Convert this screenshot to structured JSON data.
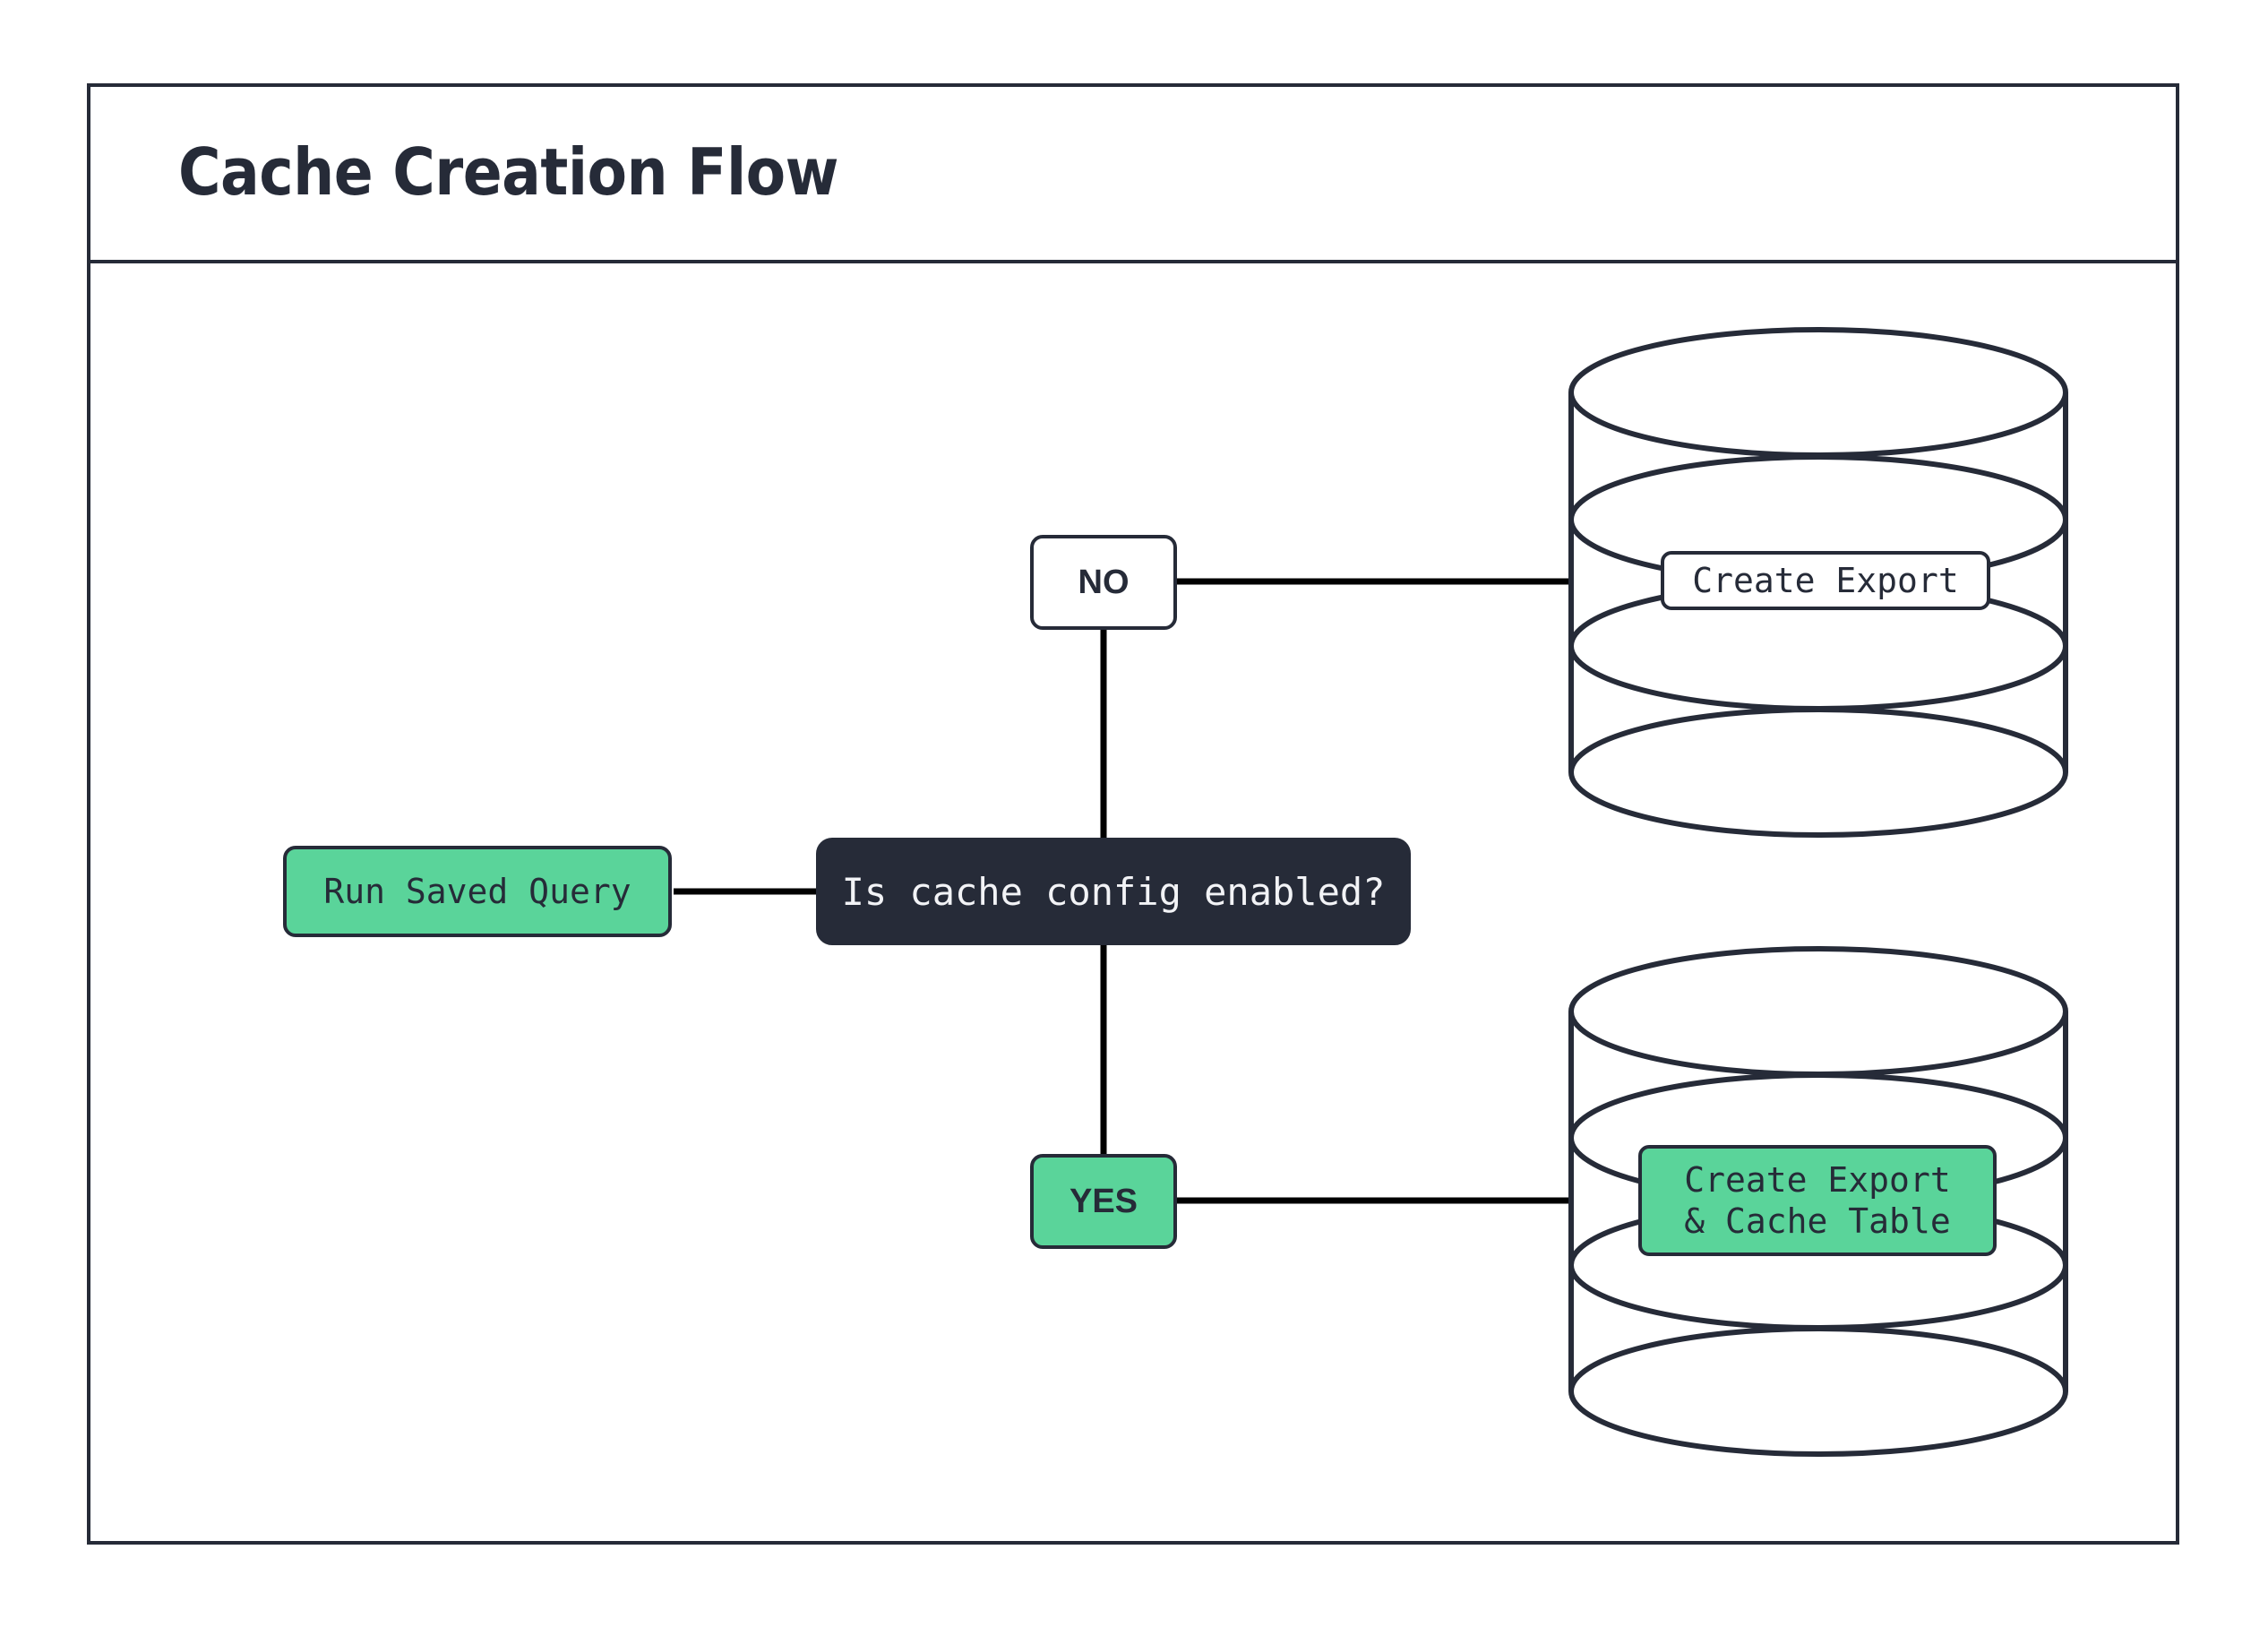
{
  "diagram": {
    "title": "Cache Creation Flow",
    "background": "#ffffff",
    "line_color": "#262b38",
    "accent_green": "#5ad49a",
    "dark_fill": "#262b38",
    "light_text": "#f2f3f6"
  },
  "nodes": {
    "run_saved_query": {
      "label": "Run Saved Query",
      "shape": "rounded-rect",
      "fill": "#5ad49a"
    },
    "decision": {
      "label": "Is cache config enabled?",
      "shape": "rounded-rect",
      "fill": "#262b38"
    },
    "branch_no": {
      "label": "NO",
      "shape": "rounded-rect",
      "fill": "#ffffff"
    },
    "branch_yes": {
      "label": "YES",
      "shape": "rounded-rect",
      "fill": "#5ad49a"
    },
    "db_top": {
      "label": "Create Export",
      "shape": "cylinder",
      "fill": "#ffffff"
    },
    "db_bottom": {
      "label": "Create Export\n& Cache Table",
      "shape": "cylinder",
      "fill": "#5ad49a"
    }
  },
  "edges": [
    {
      "from": "run_saved_query",
      "to": "decision",
      "label": ""
    },
    {
      "from": "decision",
      "to": "branch_no",
      "label": ""
    },
    {
      "from": "decision",
      "to": "branch_yes",
      "label": ""
    },
    {
      "from": "branch_no",
      "to": "db_top",
      "label": ""
    },
    {
      "from": "branch_yes",
      "to": "db_bottom",
      "label": ""
    }
  ]
}
